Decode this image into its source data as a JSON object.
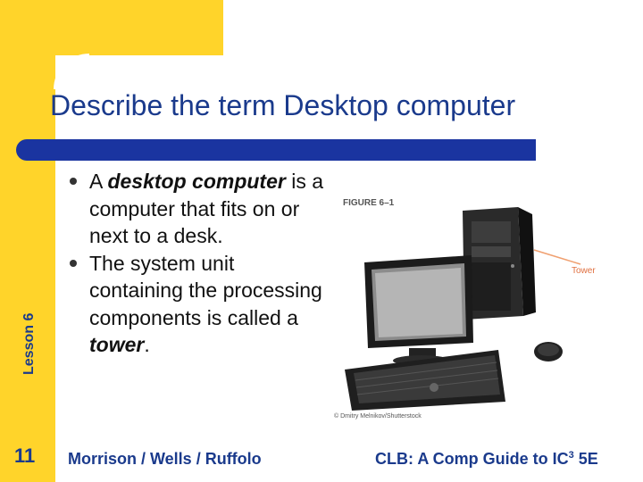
{
  "slide": {
    "title": "Describe the term Desktop computer",
    "lesson_label": "Lesson 6",
    "page_number": "11"
  },
  "bullets": [
    {
      "pre": "A ",
      "em": "desktop computer",
      "post": " is a computer that fits on or next to a desk."
    },
    {
      "pre": "The system unit containing the processing components is called a ",
      "em": "tower",
      "post": "."
    }
  ],
  "figure": {
    "caption": "FIGURE 6–1",
    "label": "Tower",
    "credit": "© Dmitry Melnikov/Shutterstock"
  },
  "footer": {
    "authors": "Morrison / Wells / Ruffolo",
    "course_pre": "CLB: A Comp Guide to IC",
    "course_sup": "3",
    "course_post": " 5E"
  },
  "colors": {
    "accent_yellow": "#ffd42a",
    "accent_blue": "#1a34a0",
    "text_blue": "#1a3a8c"
  }
}
